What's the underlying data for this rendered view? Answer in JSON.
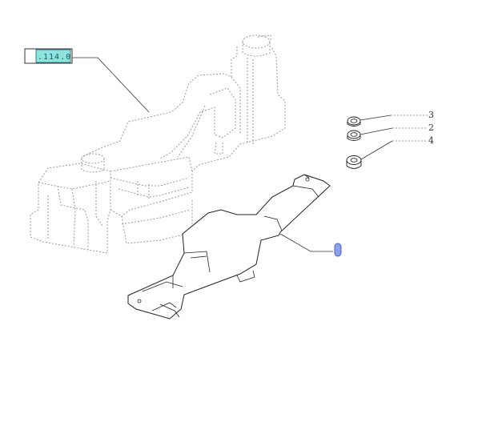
{
  "reference_box": {
    "label": ".114.0",
    "fill_color": "#8fe3de"
  },
  "callouts": [
    {
      "number": "3"
    },
    {
      "number": "2"
    },
    {
      "number": "4"
    }
  ],
  "highlight_marker": {
    "color": "#8fa0e8"
  }
}
